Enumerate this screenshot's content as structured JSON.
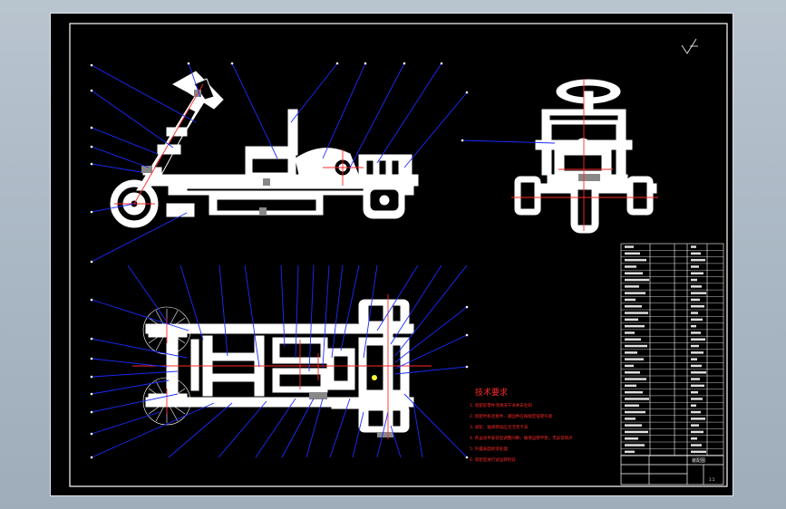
{
  "sheet": {
    "background": "#000000",
    "line_color": "#ffffff",
    "leader_color": "#1a2cff",
    "center_color": "#ff2a2a",
    "frame_color": "#ffffff"
  },
  "views": [
    "side-view",
    "front-view",
    "plan-view"
  ],
  "technical_requirements": {
    "title": "技术要求",
    "lines": [
      "1. 装配前零件须清洗干净并去毛刺",
      "2. 装配时各连接件、紧固件应按规定扭矩拧紧",
      "3. 滚轮、轴承转动应灵活无卡滞",
      "4. 各运动件安装后调整间隙，确保运转平稳，无异常响声",
      "5. 外露表面喷漆处理",
      "6. 装配后进行试运转检验"
    ]
  },
  "title_block": {
    "name": "装配图",
    "sheet_no": "1:1"
  },
  "icons": {
    "roughness": "surface-roughness-icon"
  }
}
